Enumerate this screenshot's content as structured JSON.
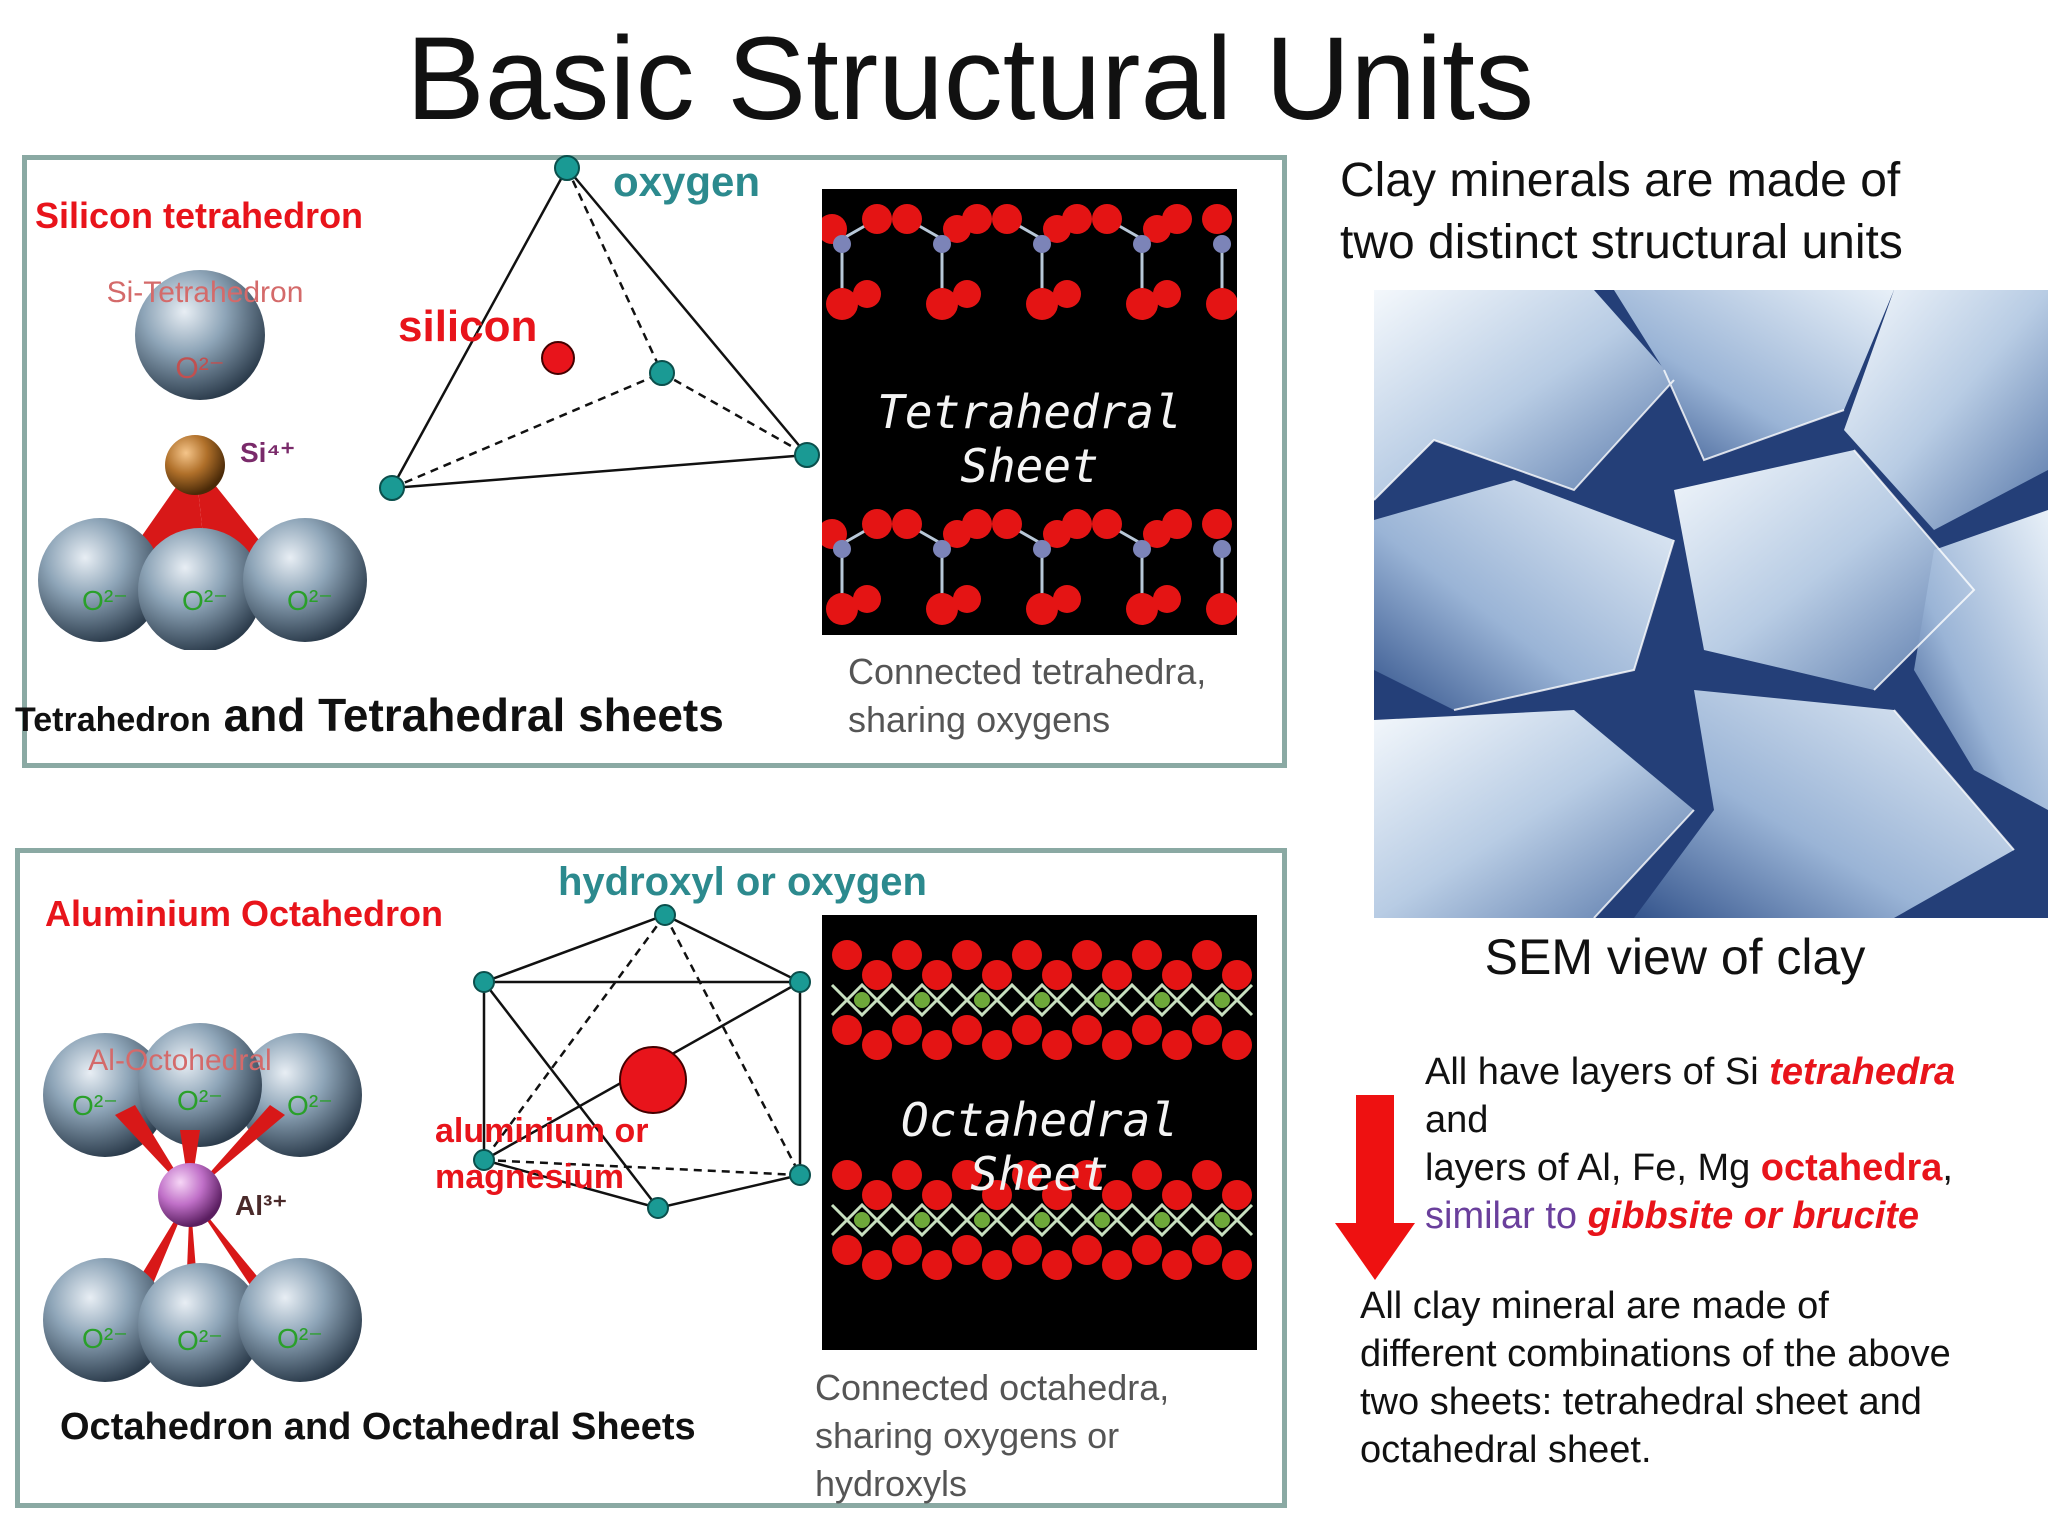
{
  "title": "Basic Structural Units",
  "top_panel": {
    "heading": "Silicon tetrahedron",
    "model_label": "Si-Tetrahedron",
    "ion_si": "Si⁴⁺",
    "ion_o": "O²⁻",
    "oxygen_label": "oxygen",
    "silicon_label": "silicon",
    "sheet_label": "Tetrahedral Sheet",
    "caption_small": "Tetrahedron",
    "caption_large": " and Tetrahedral sheets",
    "connected_caption_line1": "Connected tetrahedra,",
    "connected_caption_line2": "sharing oxygens"
  },
  "bottom_panel": {
    "heading": "Aluminium Octahedron",
    "model_label": "Al-Octohedral",
    "ion_al": "Al³⁺",
    "ion_o": "O²⁻",
    "hydroxyl_label": "hydroxyl or oxygen",
    "center_label_line1": "aluminium or",
    "center_label_line2": "magnesium",
    "sheet_label": "Octahedral Sheet",
    "caption": "Octahedron and Octahedral Sheets",
    "connected_caption_line1": "Connected octahedra,",
    "connected_caption_line2": "sharing oxygens or",
    "connected_caption_line3": "hydroxyls"
  },
  "right": {
    "intro_line1": "Clay minerals are made of",
    "intro_line2": "two distinct structural units",
    "sem_caption": "SEM view of clay",
    "list_part1": "All have layers of Si ",
    "list_tetrahedra": "tetrahedra",
    "list_and": "and",
    "list_part2": "layers of Al, Fe, Mg ",
    "list_octahedra": "octahedra",
    "list_comma": ",",
    "list_similar": "similar to ",
    "list_gibbsite": "gibbsite or brucite",
    "summary_line1": "All clay mineral are made of",
    "summary_line2": "different combinations of the above",
    "summary_line3": "two sheets: tetrahedral sheet and",
    "summary_line4": "octahedral sheet."
  },
  "colors": {
    "accent_red": "#e8141b",
    "teal": "#2c8a8e",
    "panel_border": "#8aa9a3",
    "purple": "#6a3f9c",
    "vertex_teal": "#1a9a94"
  }
}
